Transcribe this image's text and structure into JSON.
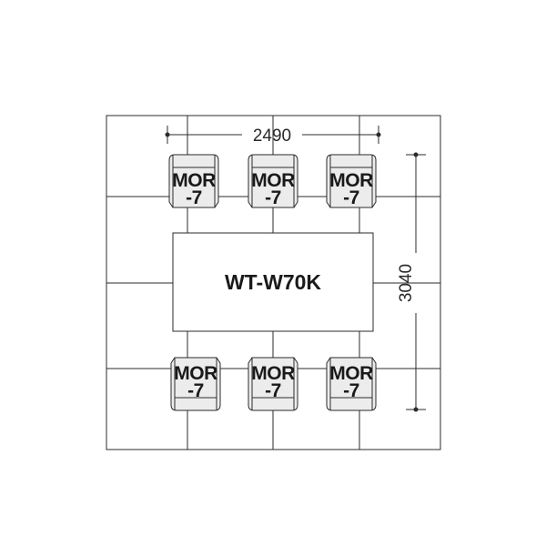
{
  "table": {
    "label": "WT-W70K"
  },
  "chairs": [
    {
      "line1": "MOR",
      "line2": "-7"
    },
    {
      "line1": "MOR",
      "line2": "-7"
    },
    {
      "line1": "MOR",
      "line2": "-7"
    },
    {
      "line1": "MOR",
      "line2": "-7"
    },
    {
      "line1": "MOR",
      "line2": "-7"
    },
    {
      "line1": "MOR",
      "line2": "-7"
    }
  ],
  "dimensions": {
    "width_label": "2490",
    "depth_label": "3040"
  },
  "colors": {
    "line": "#2b2b2b",
    "chair_fill": "#ececec",
    "table_fill": "#ffffff"
  }
}
